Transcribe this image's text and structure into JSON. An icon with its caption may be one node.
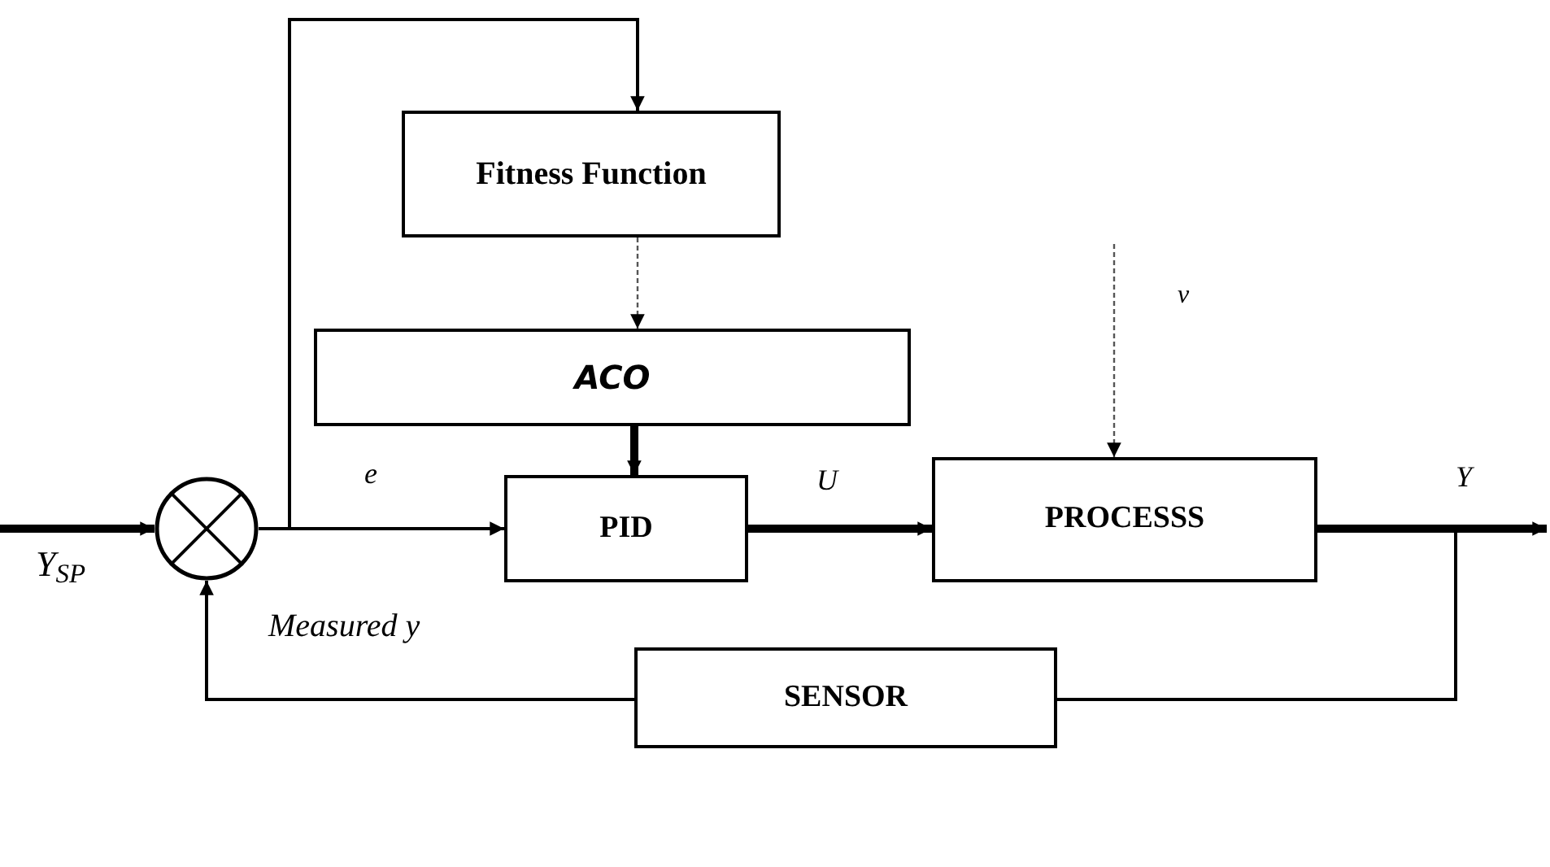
{
  "diagram": {
    "nodes": [
      {
        "text": [
          "Fitness Function"
        ]
      },
      {
        "text": [
          "ACO"
        ]
      },
      {
        "text": [],
        "shape": "circle"
      },
      {
        "text": [
          "PID"
        ]
      },
      {
        "text": [
          "PROCESSS"
        ]
      },
      {
        "text": [
          "SENSOR"
        ]
      }
    ],
    "edges": [
      {
        "from": null,
        "to": 2,
        "arrow": "to",
        "style": "thick"
      },
      {
        "from": 2,
        "to": 0,
        "arrow": "to"
      },
      {
        "from": 0,
        "to": 1,
        "arrow": "to",
        "style": "dashed"
      },
      {
        "from": 1,
        "to": 3,
        "arrow": "to",
        "style": "thick"
      },
      {
        "from": 2,
        "to": 3,
        "arrow": "to",
        "label": "e"
      },
      {
        "from": 3,
        "to": 4,
        "arrow": "to",
        "label": "U",
        "style": "thick"
      },
      {
        "from": 4,
        "to": null,
        "arrow": "to",
        "label": "Y",
        "style": "thick"
      },
      {
        "from": null,
        "to": 4,
        "arrow": "to",
        "label": "v",
        "style": "dashed"
      },
      {
        "from": 4,
        "to": 5,
        "arrow": "none"
      },
      {
        "from": 5,
        "to": 2,
        "arrow": "to",
        "label": "Measured y"
      }
    ],
    "labels": [
      "Y$_{SP}$"
    ]
  }
}
